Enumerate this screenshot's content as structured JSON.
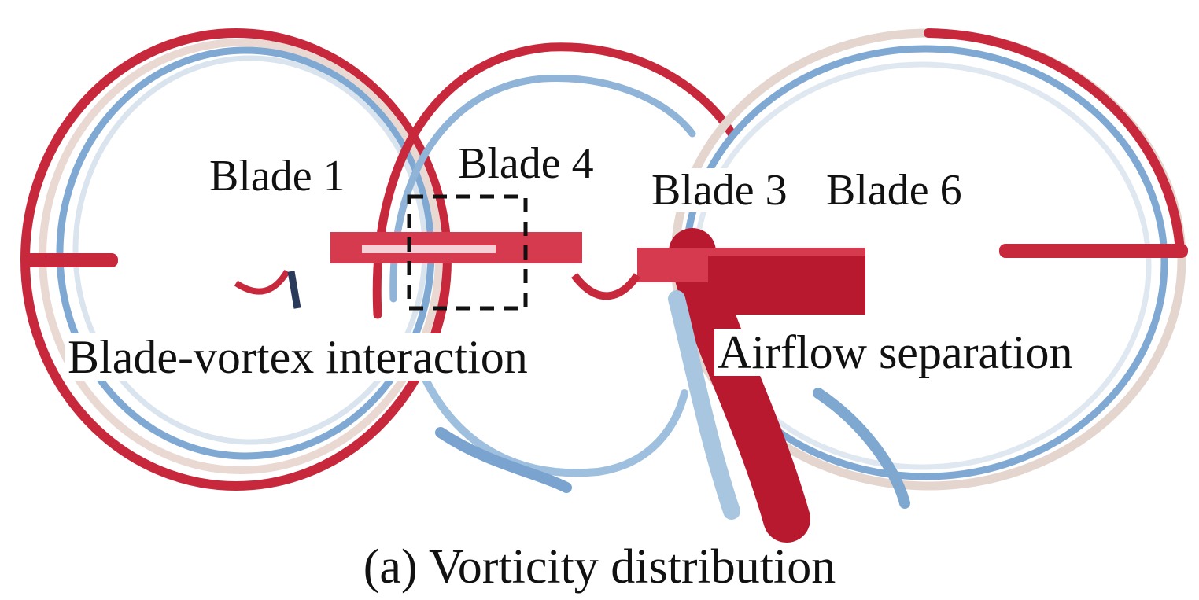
{
  "labels": {
    "blade1": "Blade 1",
    "blade4": "Blade 4",
    "blade3": "Blade 3",
    "blade6": "Blade 6",
    "bvi": "Blade-vortex interaction",
    "separation": "Airflow separation"
  },
  "caption": "(a) Vorticity distribution",
  "colors": {
    "positive": "#c8283c",
    "negative": "#5b8fc4",
    "neutral": "#e8e4e0"
  }
}
